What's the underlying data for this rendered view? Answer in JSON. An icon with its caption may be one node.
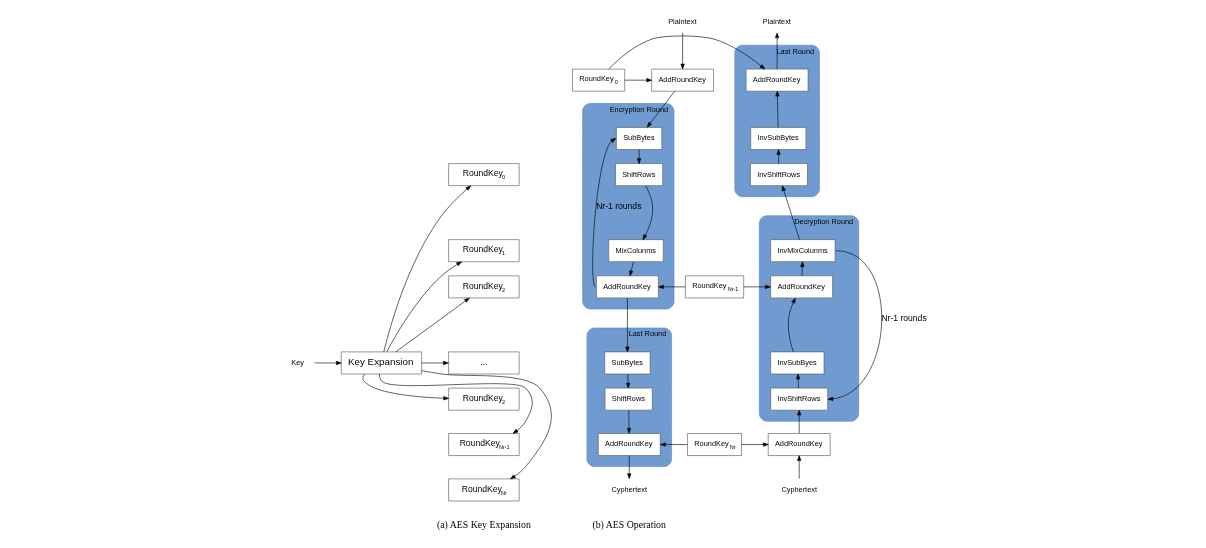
{
  "diagram": {
    "nodes": [
      {
        "text": [
          "Key"
        ]
      },
      {
        "text": [
          "Key Expansion"
        ]
      },
      {
        "text": [
          "RoundKey$_{0}$"
        ]
      },
      {
        "text": [
          "RoundKey$_{1}$"
        ]
      },
      {
        "text": [
          "RoundKey$_{2}$"
        ]
      },
      {
        "text": [
          "..."
        ]
      },
      {
        "text": [
          "RoundKey$_{2}$"
        ]
      },
      {
        "text": [
          "RoundKey$_{Nr-1}$"
        ]
      },
      {
        "text": [
          "RoundKey$_{Nr}$"
        ]
      },
      {
        "text": [
          "Plaintext"
        ]
      },
      {
        "text": [
          "AddRoundKey"
        ]
      },
      {
        "text": [
          "RoundKey$_{0}$"
        ]
      },
      {
        "text": [
          "Encryption Round"
        ]
      },
      {
        "text": [
          "SubBytes"
        ],
        "in": 12
      },
      {
        "text": [
          "ShiftRows"
        ],
        "in": 12
      },
      {
        "text": [
          "MixColunms"
        ],
        "in": 12
      },
      {
        "text": [
          "AddRoundKey"
        ],
        "in": 12
      },
      {
        "text": [
          "RoundKey$_{Nr-1}$"
        ]
      },
      {
        "text": [
          "Last Round"
        ]
      },
      {
        "text": [
          "SubBytes"
        ],
        "in": 18
      },
      {
        "text": [
          "ShiftRows"
        ],
        "in": 18
      },
      {
        "text": [
          "AddRoundKey"
        ],
        "in": 18
      },
      {
        "text": [
          "RoundKey$_{Nr}$"
        ]
      },
      {
        "text": [
          "Cyphertext"
        ]
      },
      {
        "text": [
          "Plaintext"
        ]
      },
      {
        "text": [
          "Last Round"
        ]
      },
      {
        "text": [
          "AddRoundKey"
        ],
        "in": 25
      },
      {
        "text": [
          "InvSubBytes"
        ],
        "in": 25
      },
      {
        "text": [
          "InvShiftRows"
        ],
        "in": 25
      },
      {
        "text": [
          "Decryption Round"
        ]
      },
      {
        "text": [
          "InvMixColunms"
        ],
        "in": 29
      },
      {
        "text": [
          "AddRoundKey"
        ],
        "in": 29
      },
      {
        "text": [
          "InvSubByes"
        ],
        "in": 29
      },
      {
        "text": [
          "InvShiftRows"
        ],
        "in": 29
      },
      {
        "text": [
          "AddRoundKey"
        ]
      },
      {
        "text": [
          "Cyphertext"
        ]
      }
    ],
    "edges": [
      {
        "from": 0,
        "to": 1,
        "arrow": "to"
      },
      {
        "from": 1,
        "to": 2,
        "arrow": "to"
      },
      {
        "from": 1,
        "to": 3,
        "arrow": "to"
      },
      {
        "from": 1,
        "to": 4,
        "arrow": "to"
      },
      {
        "from": 1,
        "to": 5,
        "arrow": "to"
      },
      {
        "from": 1,
        "to": 6,
        "arrow": "to"
      },
      {
        "from": 1,
        "to": 7,
        "arrow": "to"
      },
      {
        "from": 1,
        "to": 8,
        "arrow": "to"
      },
      {
        "from": 9,
        "to": 10,
        "arrow": "to"
      },
      {
        "from": 11,
        "to": 10,
        "arrow": "to"
      },
      {
        "from": 10,
        "to": 13,
        "arrow": "to"
      },
      {
        "from": 13,
        "to": 14,
        "arrow": "to"
      },
      {
        "from": 14,
        "to": 15,
        "arrow": "to"
      },
      {
        "from": 15,
        "to": 16,
        "arrow": "to"
      },
      {
        "from": 17,
        "to": 16,
        "arrow": "to"
      },
      {
        "from": 16,
        "to": 13,
        "arrow": "to",
        "label": "Nr-1 rounds"
      },
      {
        "from": 16,
        "to": 19,
        "arrow": "to"
      },
      {
        "from": 19,
        "to": 20,
        "arrow": "to"
      },
      {
        "from": 20,
        "to": 21,
        "arrow": "to"
      },
      {
        "from": 22,
        "to": 21,
        "arrow": "to"
      },
      {
        "from": 21,
        "to": 23,
        "arrow": "to"
      },
      {
        "from": 11,
        "to": 26,
        "arrow": "to"
      },
      {
        "from": 17,
        "to": 31,
        "arrow": "to"
      },
      {
        "from": 22,
        "to": 34,
        "arrow": "to"
      },
      {
        "from": 35,
        "to": 34,
        "arrow": "to"
      },
      {
        "from": 34,
        "to": 33,
        "arrow": "to"
      },
      {
        "from": 33,
        "to": 32,
        "arrow": "to"
      },
      {
        "from": 32,
        "to": 31,
        "arrow": "to"
      },
      {
        "from": 31,
        "to": 30,
        "arrow": "to"
      },
      {
        "from": 30,
        "to": 28,
        "arrow": "to"
      },
      {
        "from": 28,
        "to": 27,
        "arrow": "to"
      },
      {
        "from": 27,
        "to": 26,
        "arrow": "to"
      },
      {
        "from": 26,
        "to": 24,
        "arrow": "to"
      },
      {
        "from": 30,
        "to": 33,
        "arrow": "to",
        "label": "Nr-1 rounds"
      }
    ],
    "labels": [
      "(a) AES Key Expansion",
      "(b) AES Operation"
    ]
  }
}
